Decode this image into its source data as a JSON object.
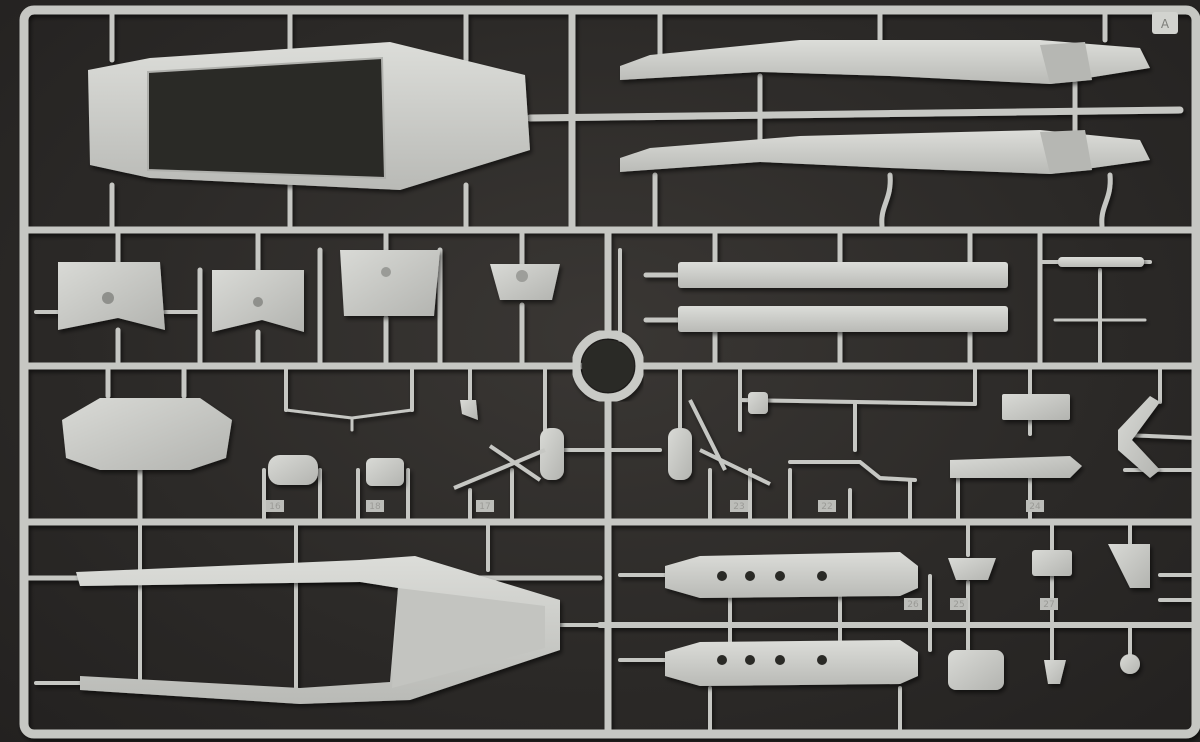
{
  "photo": {
    "subject": "plastic model kit sprue frame",
    "background_color": "#2c2a28",
    "plastic_color": "#c9cac6",
    "plastic_shadow": "#a7a8a4",
    "plastic_highlight": "#dedfdb"
  },
  "corner_label": "A",
  "part_numbers": [
    "16",
    "17",
    "18",
    "22",
    "23",
    "24",
    "25",
    "26",
    "27"
  ]
}
